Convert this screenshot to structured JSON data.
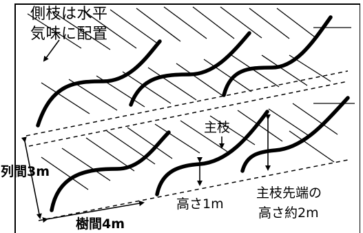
{
  "labels": {
    "title_line1": "側枝は水平",
    "title_line2": "気味に配置",
    "main_branch": "主枝",
    "row_spacing": "列間3m",
    "height_1m": "高さ1m",
    "tip_height_line1": "主枝先端の",
    "tip_height_line2": "高さ約2m",
    "tree_spacing": "樹間4m"
  }
}
